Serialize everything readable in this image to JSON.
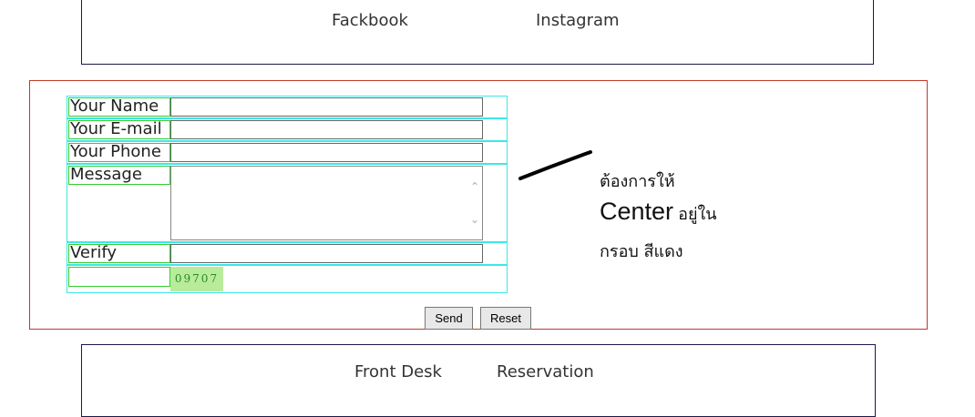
{
  "top_nav": {
    "links": [
      "Fackbook",
      "Instagram"
    ]
  },
  "form": {
    "labels": {
      "name": "Your Name",
      "email": "Your E-mail",
      "phone": "Your Phone",
      "message": "Message",
      "verify": "Verify"
    },
    "values": {
      "name": "",
      "email": "",
      "phone": "",
      "message": "",
      "verify": "",
      "captcha_entry": ""
    },
    "captcha_code": "09707",
    "buttons": {
      "send": "Send",
      "reset": "Reset"
    }
  },
  "annotation": {
    "line1": "ต้องการให้",
    "line2_big": "Center",
    "line2_small": "อยู่ใน",
    "line3": "กรอบ สีแดง"
  },
  "bottom_nav": {
    "links": [
      "Front Desk",
      "Reservation"
    ]
  },
  "colors": {
    "container_border": "#c0392b",
    "row_border": "#3ee6e6",
    "label_border": "#33cc33",
    "nav_box_border": "#1a1a4a",
    "captcha_bg": "#b9ec9a"
  }
}
